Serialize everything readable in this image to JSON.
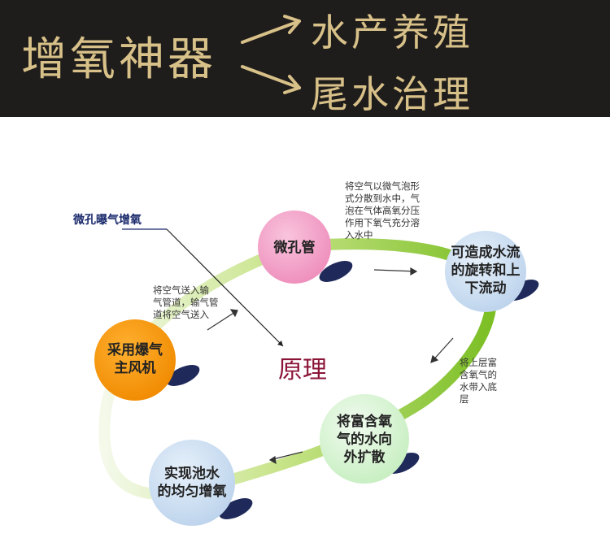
{
  "banner": {
    "title": "增氧神器",
    "branches": [
      "水产养殖",
      "尾水治理"
    ],
    "text_color": "#d8c189",
    "background_color": "#1f1d1b"
  },
  "diagram": {
    "center": "原理",
    "callout": "微孔曝气增氧",
    "nodes": [
      {
        "id": "blower",
        "lines": [
          "采用爆气",
          "主风机"
        ],
        "color": "#f39200"
      },
      {
        "id": "tube",
        "lines": [
          "微孔管"
        ],
        "color": "#f29ac3"
      },
      {
        "id": "rotate",
        "lines": [
          "可造成水流",
          "的旋转和上",
          "下流动"
        ],
        "color": "#c9dcef"
      },
      {
        "id": "spread",
        "lines": [
          "将富含氧",
          "气的水向",
          "外扩散"
        ],
        "color": "#d9f3d7"
      },
      {
        "id": "uniform",
        "lines": [
          "实现池水",
          "的均匀增氧"
        ],
        "color": "#c9dcef"
      }
    ],
    "notes": [
      {
        "id": "note-air",
        "lines": [
          "将空气送入输",
          "气管道，输气管",
          "道将空气送入"
        ]
      },
      {
        "id": "note-bubble",
        "lines": [
          "将空气以微气泡形",
          "式分散到水中，气",
          "泡在气体高氧分压",
          "作用下氧气充分溶",
          "入水中"
        ]
      },
      {
        "id": "note-layer",
        "lines": [
          "将上层富",
          "含氧气的",
          "水带入底",
          "层"
        ]
      }
    ],
    "ring_color": "#8dc63f",
    "shadow_color": "#1f2a5a"
  }
}
